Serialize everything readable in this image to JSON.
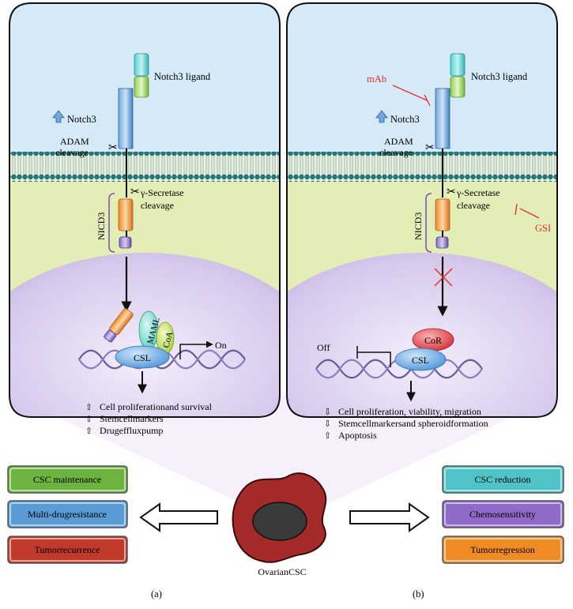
{
  "panel_a": {
    "ligand_label": "Notch3 ligand",
    "receptor_label": "Notch3",
    "adam_label_1": "ADAM",
    "adam_label_2": "cleavage",
    "gamma_label_1": "γ-Secretase",
    "gamma_label_2": "cleavage",
    "nicd_label": "NICD3",
    "maml_label": "MAML",
    "coa_label": "CoA",
    "csl_label": "CSL",
    "on_label": "On",
    "effects": [
      {
        "arrow": "⇧",
        "text": "Cell proliferationand survival"
      },
      {
        "arrow": "⇧",
        "text": "Stemcellmarkers"
      },
      {
        "arrow": "⇧",
        "text": "Drugeffluxpump"
      }
    ],
    "outcomes": [
      {
        "label": "CSC maintenance",
        "color": "#6db33f"
      },
      {
        "label": "Multi-drugresistance",
        "color": "#5b9bd5"
      },
      {
        "label": "Tumorrecurrence",
        "color": "#c0392b"
      }
    ],
    "caption": "(a)"
  },
  "panel_b": {
    "mab_label": "mAb",
    "ligand_label": "Notch3 ligand",
    "receptor_label": "Notch3",
    "adam_label_1": "ADAM",
    "adam_label_2": "cleavage",
    "gamma_label_1": "γ-Secretase",
    "gamma_label_2": "cleavage",
    "gsi_label": "GSI",
    "nicd_label": "NICD3",
    "cor_label": "CoR",
    "csl_label": "CSL",
    "off_label": "Off",
    "effects": [
      {
        "arrow": "⇩",
        "text": "Cell proliferation, viability, migration"
      },
      {
        "arrow": "⇩",
        "text": "Stemcellmarkersand spheroidformation"
      },
      {
        "arrow": "⇧",
        "text": "Apoptosis"
      }
    ],
    "outcomes": [
      {
        "label": "CSC reduction",
        "color": "#4fc3c7"
      },
      {
        "label": "Chemosensitivity",
        "color": "#8e6bc9"
      },
      {
        "label": "Tumorregression",
        "color": "#f08a24"
      }
    ],
    "caption": "(b)"
  },
  "center_label": "OvarianCSC",
  "colors": {
    "extracellular": "#d6e9f7",
    "cytoplasm": "#e3edb6",
    "nucleus": "#cbbde4",
    "inhibitor": "#e0302a",
    "cell_red": "#a52a2a"
  }
}
